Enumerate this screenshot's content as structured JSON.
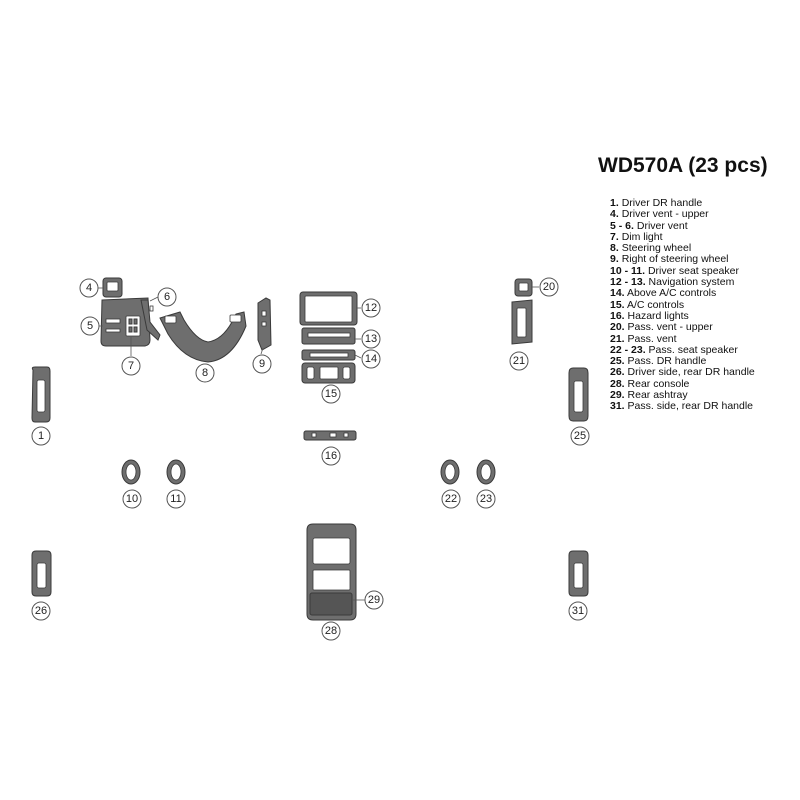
{
  "kit": {
    "title": "WD570A (23 pcs)"
  },
  "legend": [
    {
      "num": "1.",
      "text": "Driver DR handle"
    },
    {
      "num": "4.",
      "text": "Driver vent - upper"
    },
    {
      "num": "5 - 6.",
      "text": "Driver vent"
    },
    {
      "num": "7.",
      "text": "Dim light"
    },
    {
      "num": "8.",
      "text": "Steering wheel"
    },
    {
      "num": "9.",
      "text": "Right of steering wheel"
    },
    {
      "num": "10 - 11.",
      "text": "Driver seat speaker"
    },
    {
      "num": "12 - 13.",
      "text": "Navigation system"
    },
    {
      "num": "14.",
      "text": "Above A/C controls"
    },
    {
      "num": "15.",
      "text": "A/C controls"
    },
    {
      "num": "16.",
      "text": "Hazard lights"
    },
    {
      "num": "20.",
      "text": "Pass. vent - upper"
    },
    {
      "num": "21.",
      "text": "Pass. vent"
    },
    {
      "num": "22 - 23.",
      "text": "Pass. seat speaker"
    },
    {
      "num": "25.",
      "text": "Pass. DR handle"
    },
    {
      "num": "26.",
      "text": "Driver side, rear DR handle"
    },
    {
      "num": "28.",
      "text": "Rear console"
    },
    {
      "num": "29.",
      "text": "Rear ashtray"
    },
    {
      "num": "31.",
      "text": "Pass. side, rear DR handle"
    }
  ],
  "callouts": {
    "c1": "1",
    "c4": "4",
    "c5": "5",
    "c6": "6",
    "c7": "7",
    "c8": "8",
    "c9": "9",
    "c10": "10",
    "c11": "11",
    "c12": "12",
    "c13": "13",
    "c14": "14",
    "c15": "15",
    "c16": "16",
    "c20": "20",
    "c21": "21",
    "c22": "22",
    "c23": "23",
    "c25": "25",
    "c26": "26",
    "c28": "28",
    "c29": "29",
    "c31": "31"
  }
}
